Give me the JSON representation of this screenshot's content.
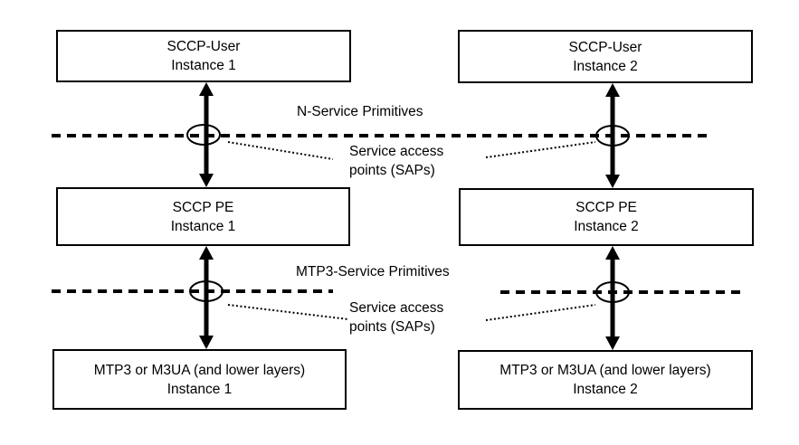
{
  "diagram": {
    "background_color": "#ffffff",
    "line_color": "#000000",
    "boxes": [
      {
        "id": "sccp-user-1",
        "title": "SCCP-User",
        "subtitle": "Instance 1"
      },
      {
        "id": "sccp-user-2",
        "title": "SCCP-User",
        "subtitle": "Instance 2"
      },
      {
        "id": "sccp-pe-1",
        "title": "SCCP PE",
        "subtitle": "Instance 1"
      },
      {
        "id": "sccp-pe-2",
        "title": "SCCP PE",
        "subtitle": "Instance 2"
      },
      {
        "id": "mtp3-1",
        "title": "MTP3 or M3UA (and lower layers)",
        "subtitle": "Instance 1"
      },
      {
        "id": "mtp3-2",
        "title": "MTP3 or M3UA (and lower layers)",
        "subtitle": "Instance 2"
      }
    ],
    "labels": {
      "n_service_primitives": "N-Service Primitives",
      "mtp3_service_primitives": "MTP3-Service Primitives",
      "sap_top_line1": "Service access",
      "sap_top_line2": "points (SAPs)",
      "sap_bottom_line1": "Service access",
      "sap_bottom_line2": "points (SAPs)"
    }
  }
}
